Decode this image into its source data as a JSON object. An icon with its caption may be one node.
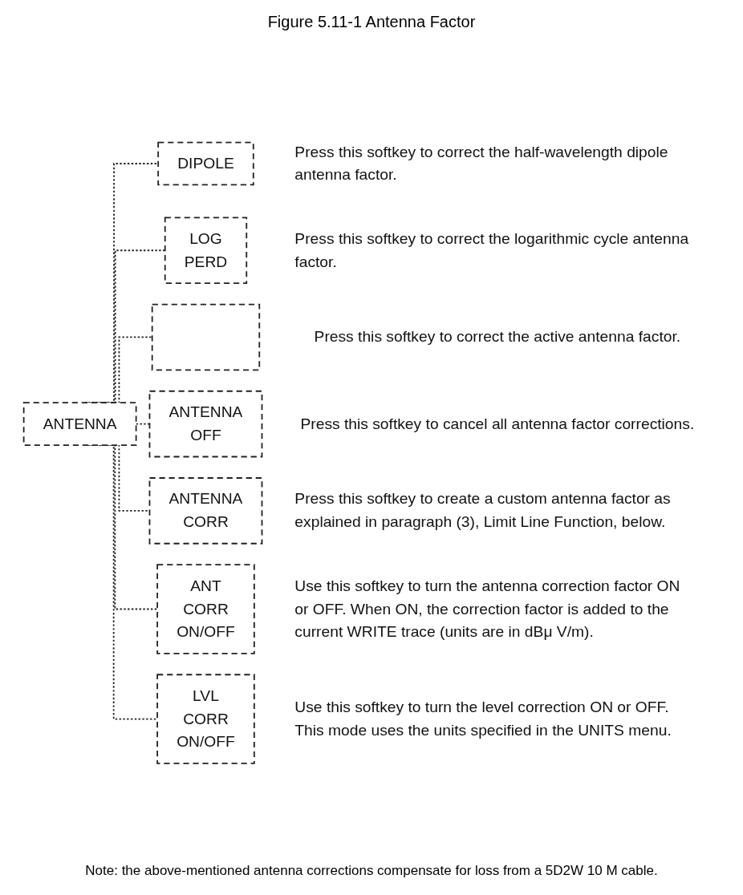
{
  "diagram": {
    "title": "Figure 5.11-1 Antenna Factor",
    "nodes": [
      {
        "text": [
          "ANTENNA"
        ]
      },
      {
        "text": [
          "DIPOLE"
        ],
        "beside": [
          "Press this softkey to correct the half-wavelength dipole antenna factor."
        ]
      },
      {
        "text": [
          "LOG PERD"
        ],
        "beside": [
          "Press this softkey to correct the logarithmic cycle antenna factor."
        ]
      },
      {
        "text": [],
        "shape": "box",
        "beside": [
          "Press this softkey to correct the active antenna factor."
        ]
      },
      {
        "text": [
          "ANTENNA OFF"
        ],
        "beside": [
          "Press this softkey to cancel all antenna factor corrections."
        ]
      },
      {
        "text": [
          "ANTENNA CORR"
        ],
        "beside": [
          "Press this softkey to create a custom antenna factor as explained in paragraph (3), Limit Line Function, below."
        ]
      },
      {
        "text": [
          "ANT CORR ON/OFF"
        ],
        "beside": [
          "Use this softkey to turn the antenna correction factor ON or OFF. When ON, the correction factor is added to the current WRITE trace (units are in dBμ V/m)."
        ]
      },
      {
        "text": [
          "LVL CORR ON/OFF"
        ],
        "beside": [
          "Use this softkey to turn the level correction ON or OFF. This mode uses the units specified in the UNITS menu."
        ]
      }
    ],
    "edges": [
      {
        "from": 0,
        "to": 1,
        "arrow": "none",
        "style": "dashed"
      },
      {
        "from": 0,
        "to": 2,
        "arrow": "none",
        "style": "dashed"
      },
      {
        "from": 0,
        "to": 3,
        "arrow": "none",
        "style": "dashed"
      },
      {
        "from": 0,
        "to": 4,
        "arrow": "none",
        "style": "dashed"
      },
      {
        "from": 0,
        "to": 5,
        "arrow": "none",
        "style": "dashed"
      },
      {
        "from": 0,
        "to": 6,
        "arrow": "none",
        "style": "dashed"
      },
      {
        "from": 0,
        "to": 7,
        "arrow": "none",
        "style": "dashed"
      }
    ],
    "labels": [
      "Note: the above-mentioned antenna corrections compensate for loss from a 5D2W 10 M cable."
    ]
  }
}
